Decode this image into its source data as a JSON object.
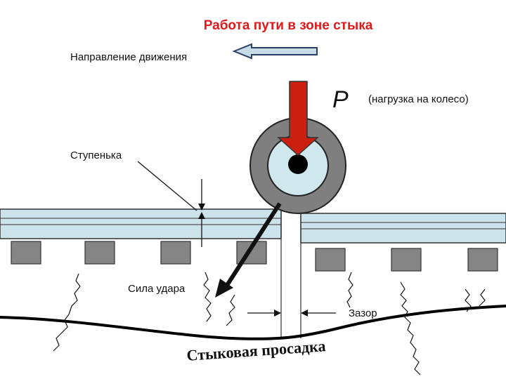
{
  "title": "Работа пути в зоне стыка",
  "labels": {
    "direction": "Направление движения",
    "load_symbol": "P",
    "load_note": "(нагрузка на колесо)",
    "step": "Ступенька",
    "impact": "Сила удара",
    "gap": "Зазор",
    "settlement": "Стыковая просадка"
  },
  "colors": {
    "title": "#e0191a",
    "rail_fill": "#cce3ec",
    "wheel_outer": "#7f7f7f",
    "wheel_inner": "#cfe8ee",
    "load_arrow": "#cc1f10",
    "direction_arrow": "#c6dbe6",
    "sleeper": "#858585"
  }
}
